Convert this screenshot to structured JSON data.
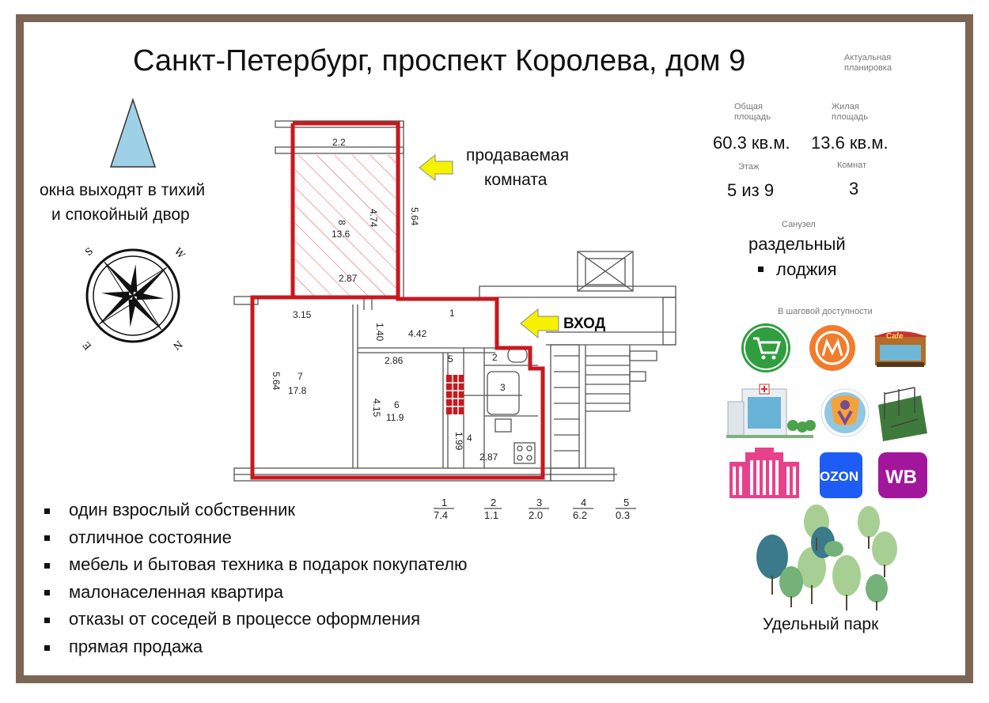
{
  "title": "Санкт-Петербург, проспект Королева, дом 9",
  "actual_layout_label": "Актуальная планировка",
  "stats": {
    "total_area_label": "Общая площадь",
    "total_area_value": "60.3 кв.м.",
    "living_area_label": "Жилая площадь",
    "living_area_value": "13.6 кв.м.",
    "floor_label": "Этаж",
    "floor_value": "5 из 9",
    "rooms_label": "Комнат",
    "rooms_value": "3",
    "bathroom_label": "Санузел",
    "bathroom_value": "раздельный",
    "loggia_value": "лоджия"
  },
  "windows_text_line1": "окна выходят в тихий",
  "windows_text_line2": "и спокойный двор",
  "sold_room_line1": "продаваемая",
  "sold_room_line2": "комната",
  "entrance_label": "ВХОД",
  "walking_distance_label": "В шаговой доступности",
  "park_label": "Удельный парк",
  "compass_letters": {
    "n": "N",
    "s": "S",
    "e": "E",
    "w": "W"
  },
  "plan": {
    "dims": {
      "top_width": "2.2",
      "room8_side": "5.64",
      "room8_side_b": "4.74",
      "room8_bottom": "2.87",
      "room7_top": "3.15",
      "room7_side": "5.64",
      "corridor_w": "1.40",
      "corridor_len": "4.42",
      "room6_top": "2.86",
      "room6_side": "4.15",
      "room4_side": "1.99",
      "room4_bottom": "2.87"
    },
    "rooms": [
      {
        "num": "8",
        "area": "13.6"
      },
      {
        "num": "7",
        "area": "17.8"
      },
      {
        "num": "6",
        "area": "11.9"
      },
      {
        "num": "1",
        "area": ""
      },
      {
        "num": "5",
        "area": ""
      },
      {
        "num": "2",
        "area": ""
      },
      {
        "num": "3",
        "area": ""
      },
      {
        "num": "4",
        "area": ""
      }
    ],
    "legend": [
      {
        "num": "1",
        "val": "7.4"
      },
      {
        "num": "2",
        "val": "1.1"
      },
      {
        "num": "3",
        "val": "2.0"
      },
      {
        "num": "4",
        "val": "6.2"
      },
      {
        "num": "5",
        "val": "0.3"
      }
    ]
  },
  "features": [
    "один взрослый собственник",
    "отличное состояние",
    "мебель и бытовая техника в подарок покупателю",
    "малонаселенная квартира",
    "отказы от соседей в процессе оформления",
    "прямая продажа"
  ],
  "amenity_icons": [
    "supermarket-cart-icon",
    "metro-icon",
    "cafe-icon",
    "hospital-icon",
    "fitness-icon",
    "sports-ground-icon",
    "mall-icon",
    "ozon-icon",
    "wb-icon"
  ],
  "ozon_label": "OZON",
  "wb_label": "WB",
  "cafe_label": "Cafe",
  "colors": {
    "frame": "#7d6555",
    "plan_red": "#c8181e",
    "arrow_yellow": "#f5f200",
    "triangle_blue": "#9fd1e6",
    "hatch": "#e05050",
    "green_store": "#2e9e3f",
    "metro_orange": "#f07d2e",
    "mall_pink": "#e8418c",
    "ozon_blue": "#1d5cf5",
    "wb_purple": "#a1169a"
  }
}
